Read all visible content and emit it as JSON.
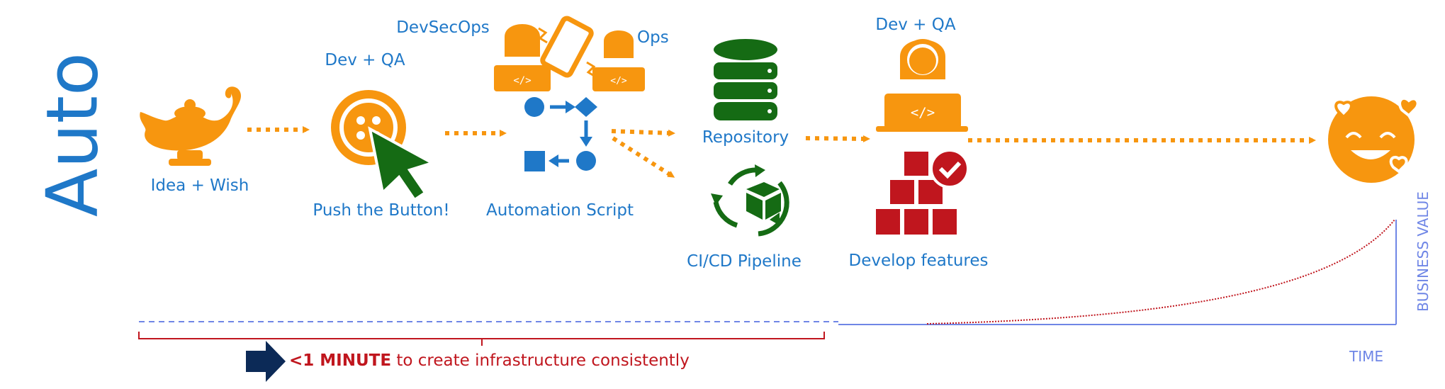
{
  "title": "Auto",
  "steps": {
    "idea": "Idea + Wish",
    "push": "Push the Button!",
    "push_role": "Dev + QA",
    "script": "Automation Script",
    "script_role_left": "DevSecOps",
    "script_role_right": "Ops",
    "repo": "Repository",
    "pipeline": "CI/CD Pipeline",
    "develop": "Develop features",
    "develop_role": "Dev + QA"
  },
  "callout": {
    "emphasis": "<1 MINUTE",
    "text": " to create infrastructure consistently"
  },
  "axes": {
    "x": "TIME",
    "y": "BUSINESS VALUE"
  },
  "colors": {
    "blue": "#1f78c8",
    "orange": "#f7960f",
    "green": "#156b14",
    "red": "#c0161e",
    "navy": "#0c2a57",
    "axis": "#6f86e6"
  },
  "icons": [
    "magic-lamp-icon",
    "push-button-icon",
    "cursor-icon",
    "developer-icon",
    "phone-icon",
    "flow-shapes-icon",
    "database-icon",
    "pipeline-cycle-icon",
    "boxes-check-icon",
    "happy-face-icon",
    "arrow-right-icon"
  ]
}
